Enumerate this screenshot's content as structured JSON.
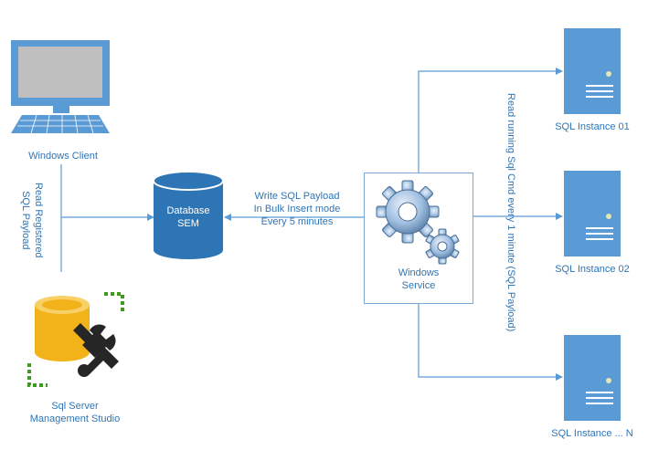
{
  "client": {
    "label": "Windows Client"
  },
  "ssms": {
    "label_line1": "Sql Server",
    "label_line2": "Management Studio"
  },
  "database": {
    "line1": "Database",
    "line2": "SEM"
  },
  "service": {
    "line1": "Windows",
    "line2": "Service"
  },
  "instances": [
    {
      "label": "SQL Instance 01"
    },
    {
      "label": "SQL Instance 02"
    },
    {
      "label": "SQL Instance ... N"
    }
  ],
  "edges": {
    "read_registered": {
      "line1": "Read Registered",
      "line2": "SQL Payload"
    },
    "write_payload": {
      "line1": "Write  SQL Payload",
      "line2": "In Bulk Insert mode",
      "line3": "Every 5 minutes"
    },
    "read_running": {
      "text": "Read running Sql Cmd every 1 minute (SQL Payload)"
    }
  },
  "colors": {
    "accent": "#2e75b6",
    "server": "#5b9bd5",
    "line": "#5b9bd5",
    "cylinder": "#2e75b6"
  },
  "icons": [
    "monitor-icon",
    "keyboard-icon",
    "database-icon",
    "gears-icon",
    "server-icon",
    "sql-tools-icon"
  ]
}
